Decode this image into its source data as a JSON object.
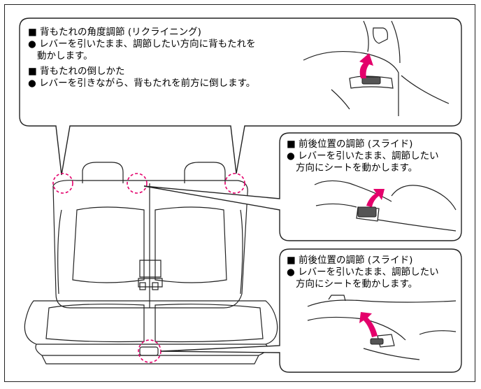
{
  "callout_top": {
    "heading1": "■ 背もたれの角度調節 (リクライニング)",
    "item1_line1": "● レバーを引いたまま、調節したい方向に背もたれを",
    "item1_line2": "動かします。",
    "heading2": "■ 背もたれの倒しかた",
    "item2": "● レバーを引きながら、背もたれを前方に倒します。"
  },
  "callout_middle": {
    "heading": "■ 前後位置の調節 (スライド)",
    "item_line1": "● レバーを引いたまま、調節したい",
    "item_line2": "方向にシートを動かします。"
  },
  "callout_bottom": {
    "heading": "■ 前後位置の調節 (スライド)",
    "item_line1": "● レバーを引いたまま、調節したい",
    "item_line2": "方向にシートを動かします。"
  },
  "colors": {
    "arrow": "#e4006b",
    "highlight_circle": "#e4006b",
    "lever": "#555555",
    "outline": "#222222"
  }
}
